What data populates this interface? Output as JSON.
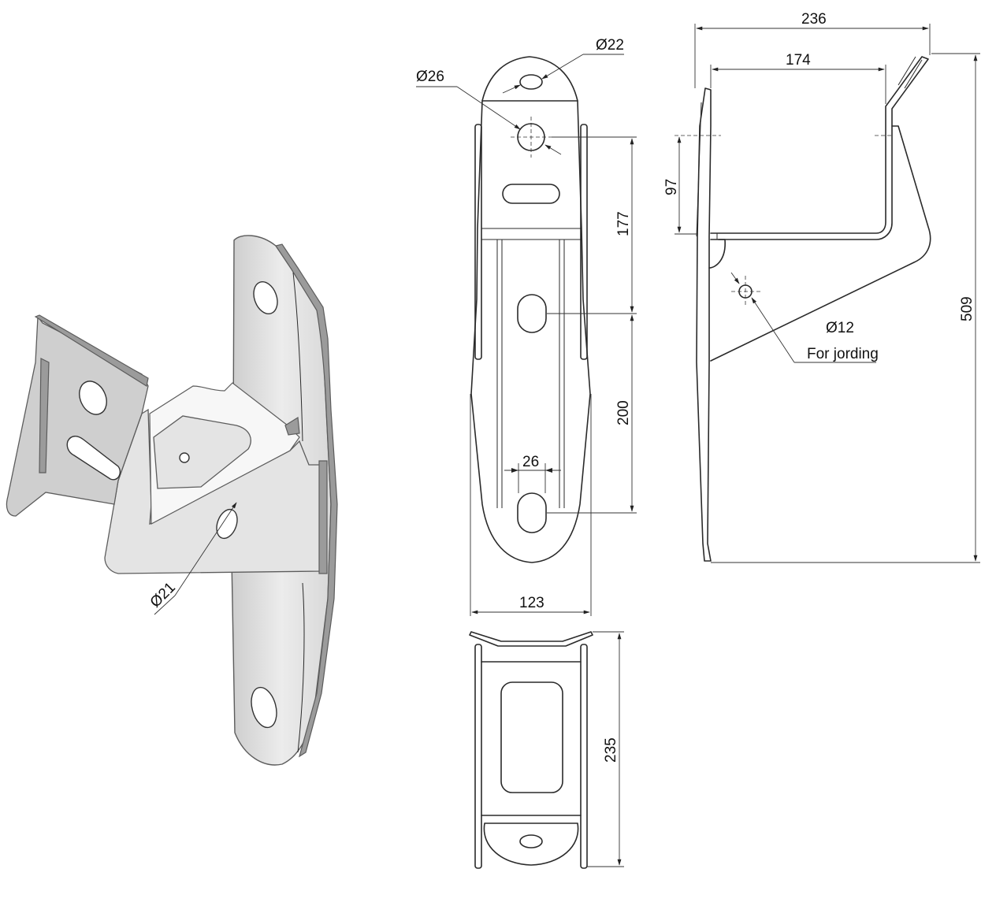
{
  "drawing": {
    "isometric_view": {
      "hole_label": "Ø21"
    },
    "front_view": {
      "top_hole_label": "Ø22",
      "center_hole_label": "Ø26",
      "dim_upper_height": "177",
      "dim_lower_height": "200",
      "dim_slot_width": "26",
      "dim_total_width": "123"
    },
    "bottom_view": {
      "dim_height": "235"
    },
    "side_view": {
      "dim_total_width": "236",
      "dim_arm_length": "174",
      "dim_arm_height": "97",
      "dim_total_height": "509",
      "grounding_hole_label": "Ø12",
      "grounding_note": "For jording"
    }
  }
}
